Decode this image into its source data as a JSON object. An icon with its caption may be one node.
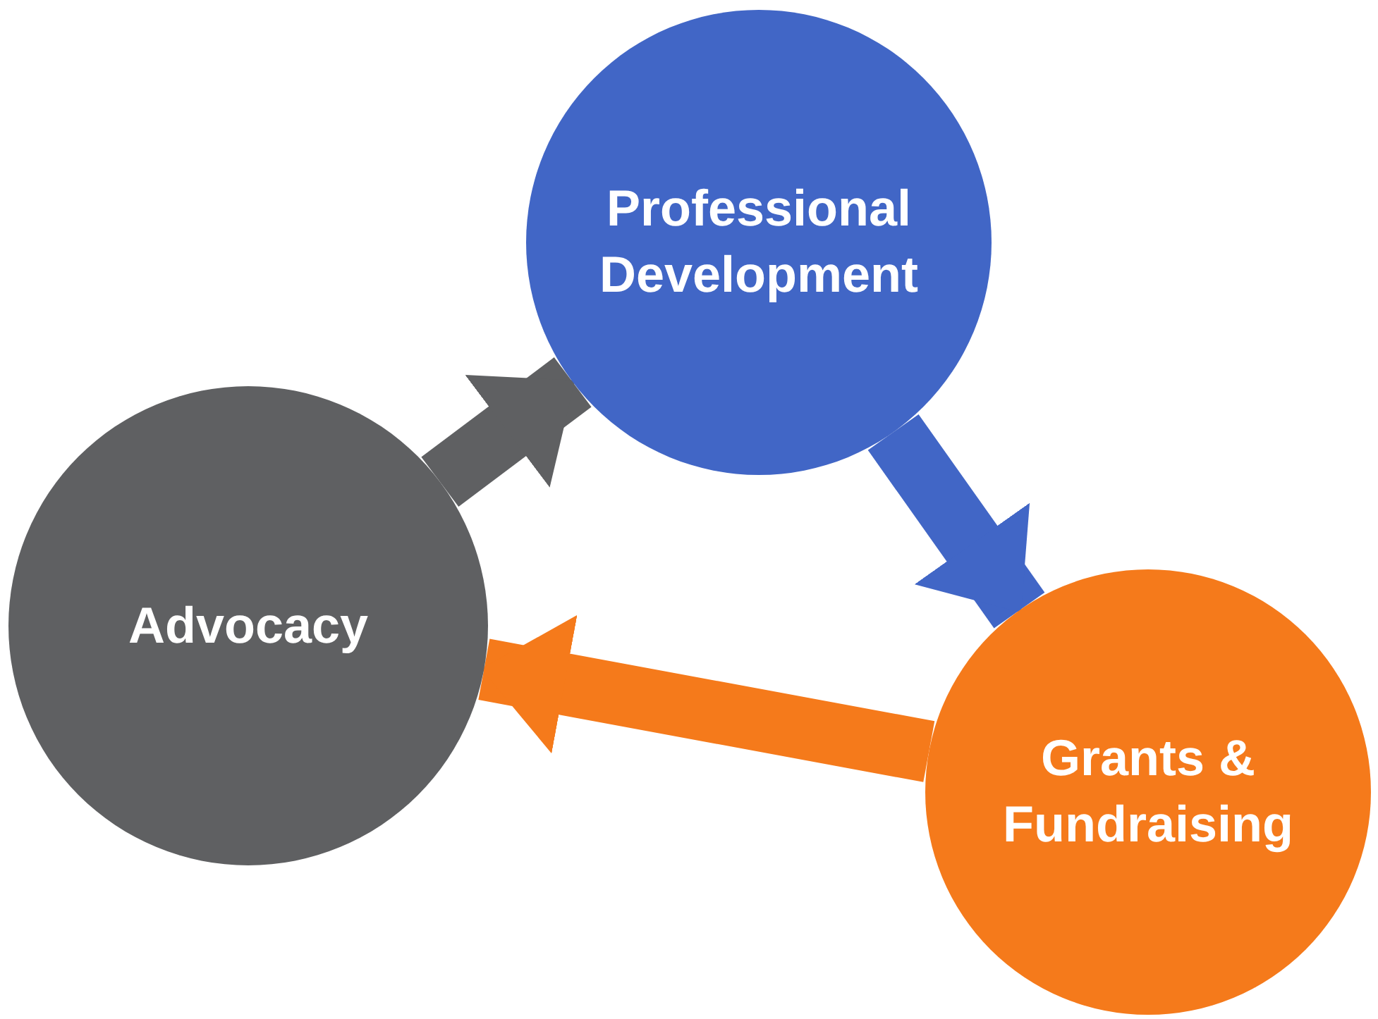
{
  "diagram": {
    "nodes": [
      {
        "text": [
          "Advocacy"
        ]
      },
      {
        "text": [
          "Professional Development"
        ]
      },
      {
        "text": [
          "Grants & Fundraising"
        ]
      }
    ],
    "edges": [
      {
        "from": 0,
        "to": 1,
        "arrow": "to",
        "color": "#5f6062"
      },
      {
        "from": 1,
        "to": 2,
        "arrow": "to",
        "color": "#4166c6"
      },
      {
        "from": 2,
        "to": 0,
        "arrow": "to",
        "color": "#f57a1b"
      }
    ]
  }
}
